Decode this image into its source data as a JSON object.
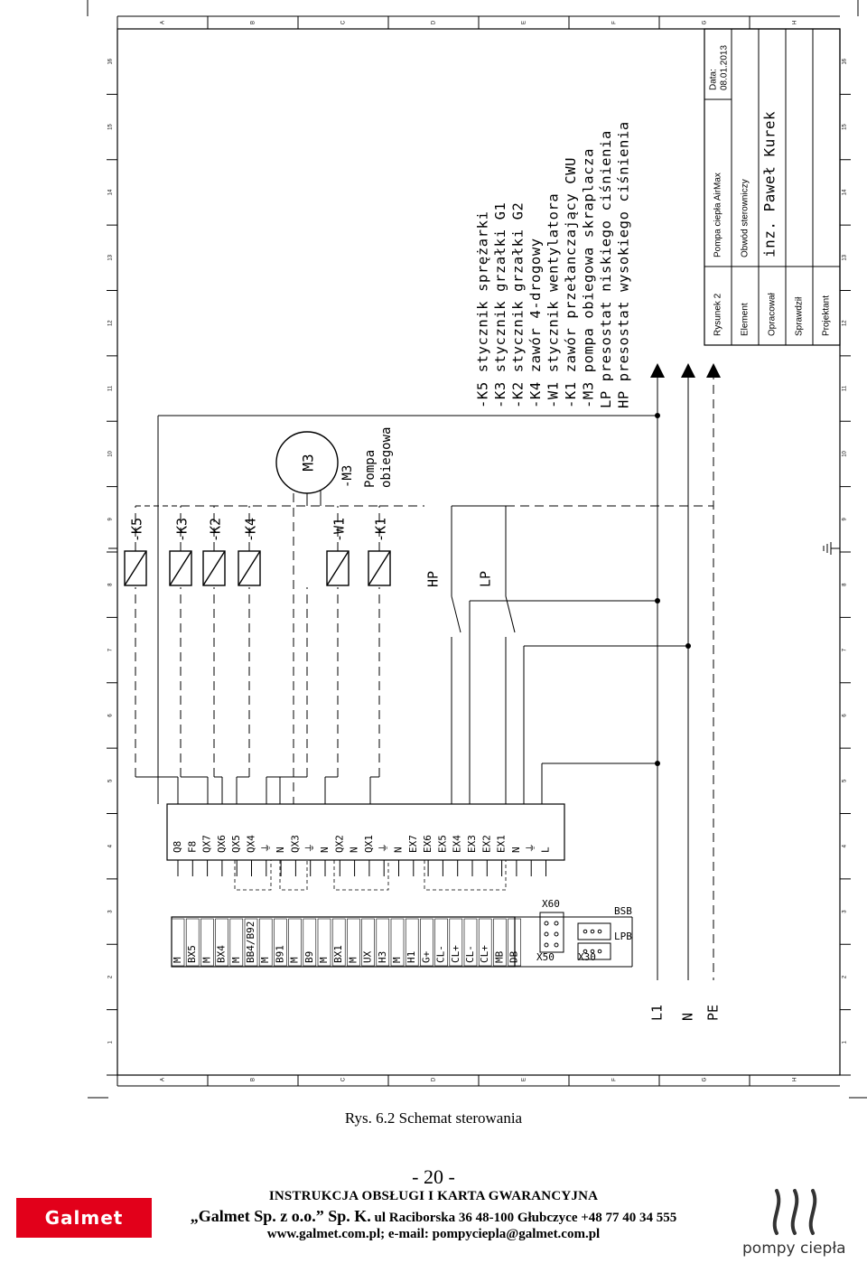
{
  "frame": {
    "col_numbers": [
      "1",
      "2",
      "3",
      "4",
      "5",
      "6",
      "7",
      "8",
      "9",
      "10",
      "11",
      "12",
      "13",
      "14",
      "15",
      "16"
    ],
    "row_letters": [
      "A",
      "B",
      "C",
      "D",
      "E",
      "F",
      "G",
      "H"
    ]
  },
  "power_inputs": [
    "L1",
    "N",
    "PE"
  ],
  "left_terminals": [
    "M",
    "BX5",
    "M",
    "BX4",
    "M",
    "BB4/B92",
    "M",
    "B91",
    "M",
    "B9",
    "M",
    "BX1",
    "M",
    "UX",
    "H3",
    "M",
    "H1",
    "G+",
    "CL-",
    "CL+",
    "CL-",
    "CL+",
    "MB",
    "DB"
  ],
  "connectors": {
    "x60": "X60",
    "x50": "X50",
    "x30": "X30",
    "bsb": "BSB",
    "lpb": "LPB"
  },
  "right_terminals": [
    "Q8",
    "F8",
    "QX7",
    "QX6",
    "QX5",
    "QX4",
    "⏚",
    "N",
    "QX3",
    "⏚",
    "N",
    "QX2",
    "N",
    "QX1",
    "⏚",
    "N",
    "EX7",
    "EX6",
    "EX5",
    "EX4",
    "EX3",
    "EX2",
    "EX1",
    "N",
    "⏚",
    "L"
  ],
  "relays": [
    "-K5",
    "-K3",
    "-K2",
    "-K4",
    "-W1",
    "-K1"
  ],
  "switches": [
    "HP",
    "LP"
  ],
  "motor": {
    "symbol": "M3",
    "tag": "-M3",
    "label_line1": "Pompa",
    "label_line2": "obiegowa"
  },
  "legend": [
    "-K5 stycznik sprężarki",
    "-K3 stycznik grzałki G1",
    "-K2 stycznik grzałki G2",
    "-K4 zawór 4-drogowy",
    "-W1 stycznik wentylatora",
    "-K1 zawór przełanczający CWU",
    "-M3 pompa obiegowa skraplacza",
    "LP presostat niskiego ciśnienia",
    "HP presostat wysokiego ciśnienia"
  ],
  "title_block": {
    "rysunek": "Rysunek 2",
    "project": "Pompa ciepła AirMax",
    "data_label": "Data:",
    "date": "08.01.2013",
    "element_label": "Element",
    "element_value": "Obwód sterowniczy",
    "opracowal_label": "Opracował",
    "opracowal_value": "inz. Paweł Kurek",
    "sprawdzil_label": "Sprawdził",
    "projektant_label": "Projektant"
  },
  "caption": "Rys. 6.2 Schemat sterowania",
  "footer": {
    "page": "- 20 -",
    "title": "INSTRUKCJA OBSŁUGI I KARTA GWARANCYJNA",
    "company": "„Galmet Sp. z o.o.” Sp. K.",
    "address": " ul Raciborska 36 48-100 Głubczyce +48 77 40 34 555",
    "web": "www.galmet.com.pl; e-mail: pompyciepla@galmet.com.pl"
  },
  "logos": {
    "left": "Galmet",
    "right": "pompy ciepła"
  }
}
